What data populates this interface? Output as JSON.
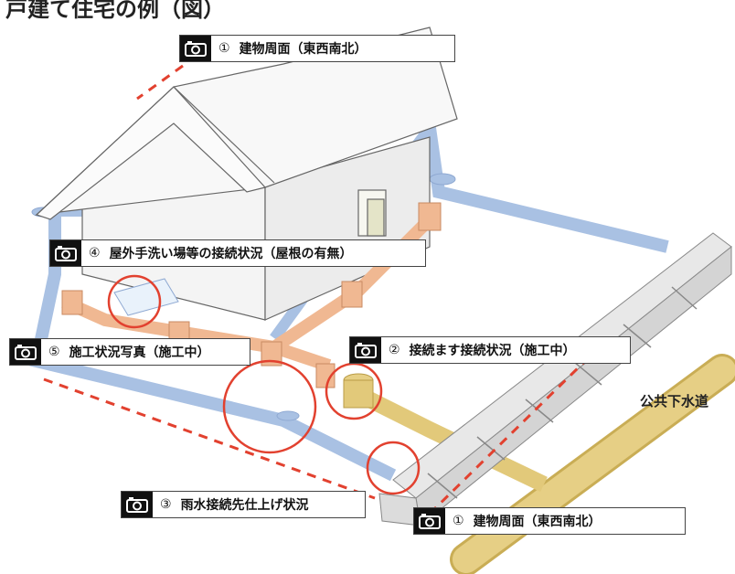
{
  "title": "戸建て住宅の例（図）",
  "callouts": [
    {
      "num": "①",
      "text": "建物周面（東西南北）"
    },
    {
      "num": "④",
      "text": "屋外手洗い場等の接続状況（屋根の有無）"
    },
    {
      "num": "⑤",
      "text": "施工状況写真（施工中）"
    },
    {
      "num": "②",
      "text": "接続ます接続状況（施工中）"
    },
    {
      "num": "③",
      "text": "雨水接続先仕上げ状況"
    },
    {
      "num": "①",
      "text": "建物周面（東西南北）"
    }
  ],
  "sewer_label": "公共下水道",
  "colors": {
    "rain_pipe": "#9db7dc",
    "sewage_pipe": "#e9a882",
    "public_sewer": "#e2c97a",
    "marker_circle": "#e2412f",
    "dashed_line": "#e2412f"
  }
}
